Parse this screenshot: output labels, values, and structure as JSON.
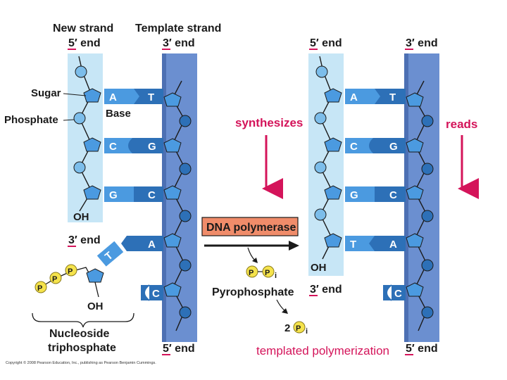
{
  "labels": {
    "new_strand": "New strand",
    "template_strand": "Template strand",
    "five_prime_end": "5′ end",
    "three_prime_end": "3′ end",
    "sugar": "Sugar",
    "phosphate": "Phosphate",
    "base": "Base",
    "oh": "OH",
    "nucleoside_line1": "Nucleoside",
    "nucleoside_line2": "triphosphate",
    "synthesizes": "synthesizes",
    "reads": "reads",
    "dna_polymerase": "DNA polymerase",
    "pyrophosphate": "Pyrophosphate",
    "p": "P",
    "pi": "P",
    "pi_sub": "i",
    "two": "2",
    "templated_polymerization": "templated polymerization",
    "copyright": "Copyright © 2008 Pearson Education, Inc., publishing as Pearson Benjamin Cummings."
  },
  "left_pairs": [
    {
      "new": "A",
      "template": "T"
    },
    {
      "new": "C",
      "template": "G"
    },
    {
      "new": "G",
      "template": "C"
    }
  ],
  "incoming_pair": {
    "new": "T",
    "template": "A"
  },
  "left_unpaired": "C",
  "right_pairs": [
    {
      "new": "A",
      "template": "T"
    },
    {
      "new": "C",
      "template": "G"
    },
    {
      "new": "G",
      "template": "C"
    },
    {
      "new": "T",
      "template": "A"
    }
  ],
  "right_unpaired": "C",
  "colors": {
    "template_strand": "#6b8fd0",
    "new_strand_bg": "#c7e6f6",
    "base_dark": "#2d70b7",
    "sugar": "#4b9ae0",
    "accent_red": "#d4145a",
    "polymerase_box": "#f08c6a",
    "phosphate": "#f5e34c"
  }
}
